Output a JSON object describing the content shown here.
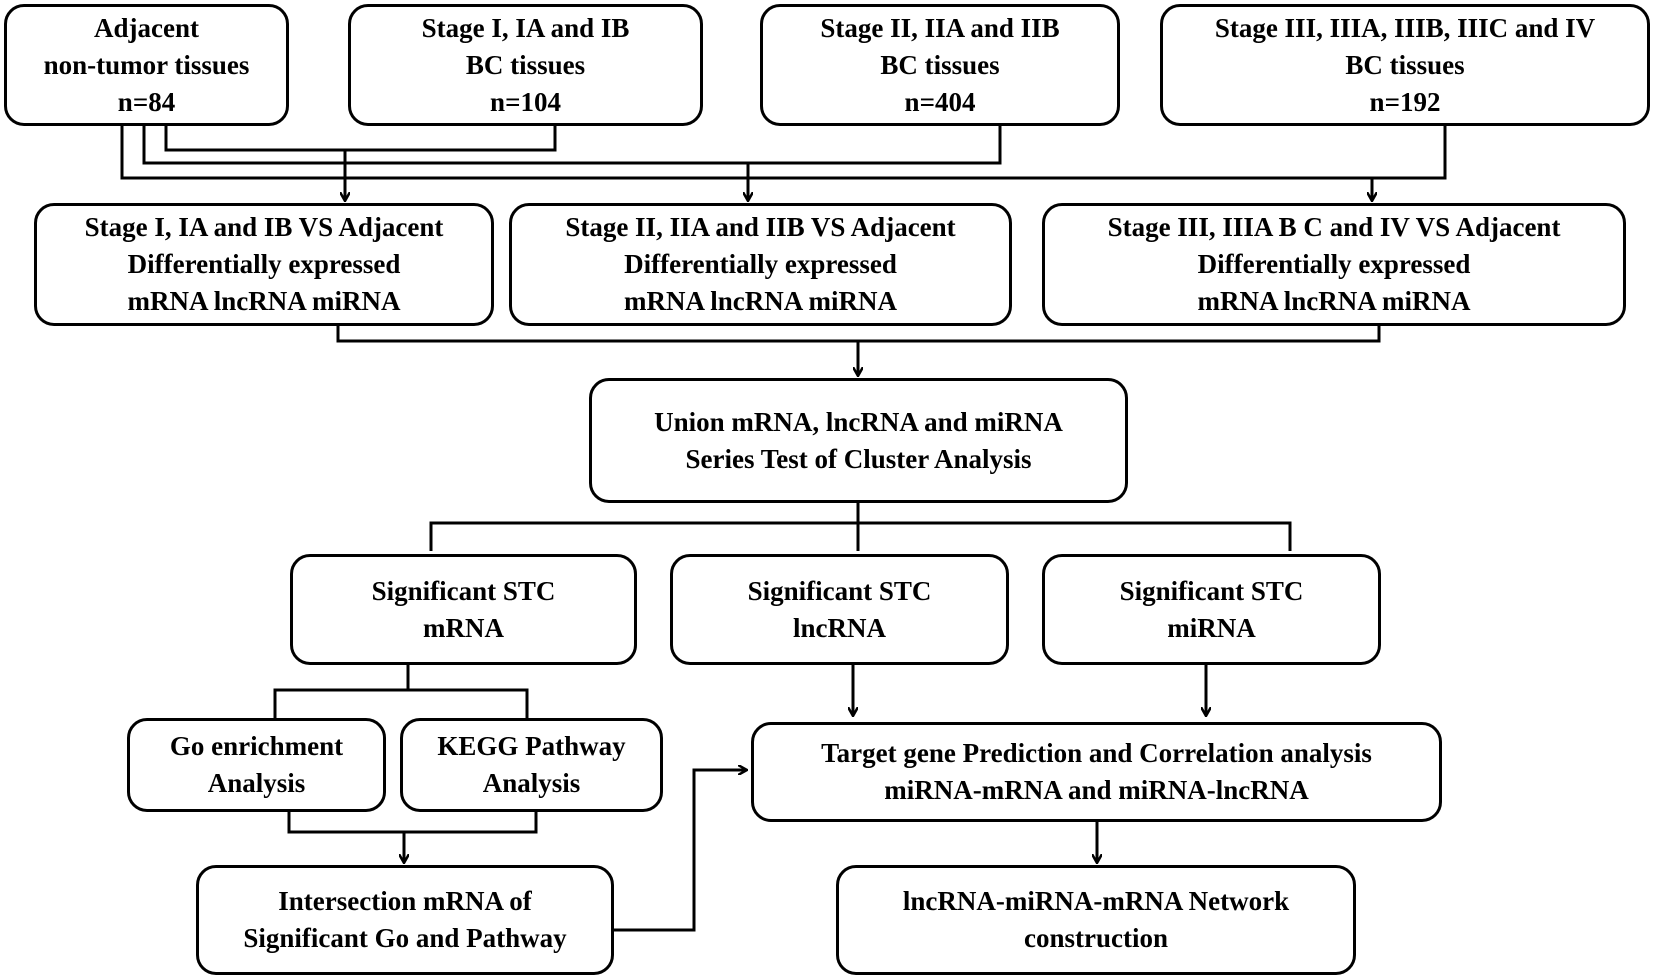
{
  "nodes": {
    "adjacent": [
      "Adjacent",
      "non-tumor tissues",
      "n=84"
    ],
    "stage1": [
      "Stage I, IA and IB",
      "BC tissues",
      "n=104"
    ],
    "stage2": [
      "Stage II, IIA and IIB",
      "BC tissues",
      "n=404"
    ],
    "stage3": [
      "Stage III, IIIA, IIIB, IIIC and IV",
      "BC tissues",
      "n=192"
    ],
    "de1": [
      "Stage I, IA and IB VS Adjacent",
      "Differentially  expressed",
      "mRNA lncRNA miRNA"
    ],
    "de2": [
      "Stage II, IIA and IIB VS Adjacent",
      "Differentially  expressed",
      "mRNA lncRNA miRNA"
    ],
    "de3": [
      "Stage III, IIIA B C and IV VS Adjacent",
      "Differentially  expressed",
      "mRNA lncRNA miRNA"
    ],
    "union": [
      "Union mRNA, lncRNA and  miRNA",
      "Series Test of Cluster Analysis"
    ],
    "stc_mrna": [
      "Significant STC",
      "mRNA"
    ],
    "stc_lncrna": [
      "Significant STC",
      "lncRNA"
    ],
    "stc_mirna": [
      "Significant STC",
      "miRNA"
    ],
    "go": [
      "Go enrichment",
      "Analysis"
    ],
    "kegg": [
      "KEGG Pathway",
      "Analysis"
    ],
    "target": [
      "Target gene Prediction and Correlation  analysis",
      "miRNA-mRNA and miRNA-lncRNA"
    ],
    "intersection": [
      "Intersection  mRNA of",
      "Significant Go and Pathway"
    ],
    "network": [
      "lncRNA-miRNA-mRNA Network",
      "construction"
    ]
  }
}
